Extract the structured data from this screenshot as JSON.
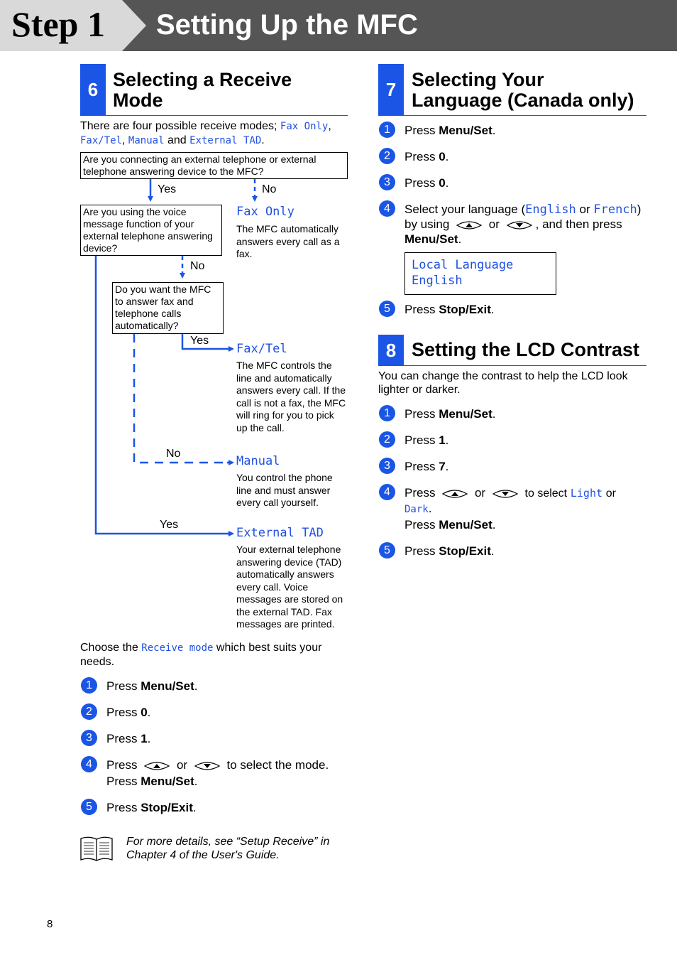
{
  "header": {
    "step": "Step 1",
    "title": "Setting Up the MFC"
  },
  "colors": {
    "accent": "#1a55e6",
    "lcd_text": "#2050e0",
    "header_band": "#555555"
  },
  "sec6": {
    "num": "6",
    "title_l1": "Selecting a Receive",
    "title_l2": "Mode",
    "intro_pre": "There are four possible receive modes;",
    "intro_m1": "Fax Only",
    "intro_comma1": ",",
    "intro_m2": "Fax/Tel",
    "intro_comma2": ",",
    "intro_m3": "Manual",
    "intro_and": "and",
    "intro_m4": "External TAD",
    "intro_end": ".",
    "flow": {
      "q1": "Are you connecting an external telephone or external telephone answering device to the MFC?",
      "q2": "Are you using the voice message function of your external telephone answering device?",
      "q3": "Do you want the MFC to answer fax and telephone calls automatically?",
      "yes": "Yes",
      "no": "No",
      "r1_title": "Fax Only",
      "r1_desc": "The MFC automatically answers every call as a fax.",
      "r2_title": "Fax/Tel",
      "r2_desc": "The MFC controls the line and automatically answers every call. If the call is not a fax, the MFC will ring for you to pick up the call.",
      "r3_title": "Manual",
      "r3_desc": "You control the phone line and must answer every call yourself.",
      "r4_title": "External TAD",
      "r4_desc": "Your external telephone answering device (TAD) automatically answers every call. Voice messages are stored on the external TAD. Fax messages are printed."
    },
    "choose_pre": "Choose the",
    "choose_lcd": "Receive mode",
    "choose_post1": "which best suits your",
    "choose_post2": "needs.",
    "s1_pre": "Press",
    "s1_b": "Menu/Set",
    "s1_end": ".",
    "s2_pre": "Press",
    "s2_b": "0",
    "s2_end": ".",
    "s3_pre": "Press",
    "s3_b": "1",
    "s3_end": ".",
    "s4_pre": "Press",
    "s4_or": "or",
    "s4_post": "to select the mode.",
    "s4_l2_pre": "Press",
    "s4_l2_b": "Menu/Set",
    "s4_l2_end": ".",
    "s5_pre": "Press",
    "s5_b": "Stop/Exit",
    "s5_end": ".",
    "note_l1": "For more details, see “Setup Receive” in",
    "note_l2": "Chapter 4 of the User's Guide."
  },
  "sec7": {
    "num": "7",
    "title_l1": "Selecting Your",
    "title_l2": "Language (Canada only)",
    "s1_pre": "Press",
    "s1_b": "Menu/Set",
    "s1_end": ".",
    "s2_pre": "Press",
    "s2_b": "0",
    "s2_end": ".",
    "s3_pre": "Press",
    "s3_b": "0",
    "s3_end": ".",
    "s4_pre": "Select your language (",
    "s4_l1": "English",
    "s4_or1": "or",
    "s4_l2": "French",
    "s4_close": ")",
    "s4_by": "by using",
    "s4_or2": "or",
    "s4_then": ", and then press",
    "s4_b": "Menu/Set",
    "s4_end": ".",
    "lcd_line1": "Local Language",
    "lcd_line2": "English",
    "s5_pre": "Press",
    "s5_b": "Stop/Exit",
    "s5_end": "."
  },
  "sec8": {
    "num": "8",
    "title": "Setting the LCD Contrast",
    "intro_l1": "You can change the contrast to help the LCD look",
    "intro_l2": "lighter or darker.",
    "s1_pre": "Press",
    "s1_b": "Menu/Set",
    "s1_end": ".",
    "s2_pre": "Press",
    "s2_b": "1",
    "s2_end": ".",
    "s3_pre": "Press",
    "s3_b": "7",
    "s3_end": ".",
    "s4_pre": "Press",
    "s4_or": "or",
    "s4_sel": "to select",
    "s4_light": "Light",
    "s4_or2": "or",
    "s4_dark": "Dark",
    "s4_dot": ".",
    "s4_l2_pre": "Press",
    "s4_l2_b": "Menu/Set",
    "s4_l2_end": ".",
    "s5_pre": "Press",
    "s5_b": "Stop/Exit",
    "s5_end": "."
  },
  "step_numbers": [
    "1",
    "2",
    "3",
    "4",
    "5"
  ],
  "page_number": "8"
}
